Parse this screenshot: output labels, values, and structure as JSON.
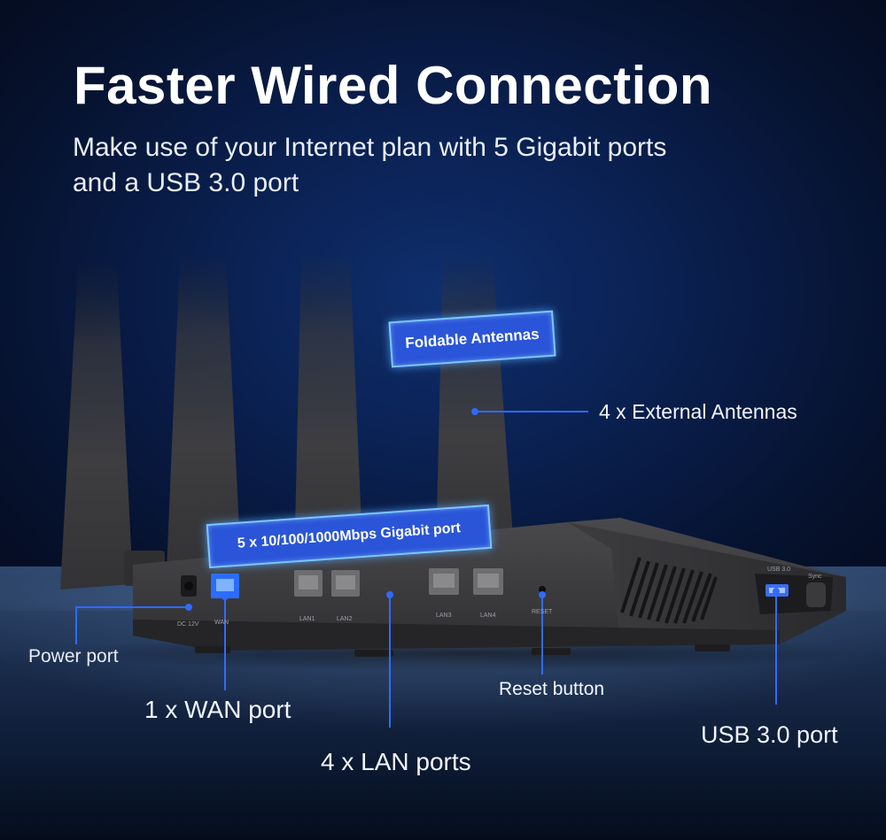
{
  "headline": {
    "title": "Faster Wired Connection",
    "subtitle": "Make use of your Internet plan with 5 Gigabit ports\n and a USB 3.0 port"
  },
  "badges": {
    "foldable_antennas": "Foldable Antennas",
    "gigabit_port": "5 x 10/100/1000Mbps Gigabit port"
  },
  "callouts": {
    "external_antennas": "4 x External Antennas",
    "power_port": "Power port",
    "wan_port": "1 x WAN port",
    "lan_ports": "4 x LAN ports",
    "reset_button": "Reset button",
    "usb_port": "USB 3.0 port"
  },
  "router_labels": {
    "dc": "DC 12V",
    "wan": "WAN",
    "lan1": "LAN1",
    "lan2": "LAN2",
    "lan3": "LAN3",
    "lan4": "LAN4",
    "reset": "RESET",
    "usb": "USB 3.0",
    "sync": "Sync"
  },
  "colors": {
    "background": "#0a1f4e",
    "accent_blue": "#2a55d8",
    "callout_line": "#2f6bff",
    "router_body": "#3c3c3c"
  }
}
